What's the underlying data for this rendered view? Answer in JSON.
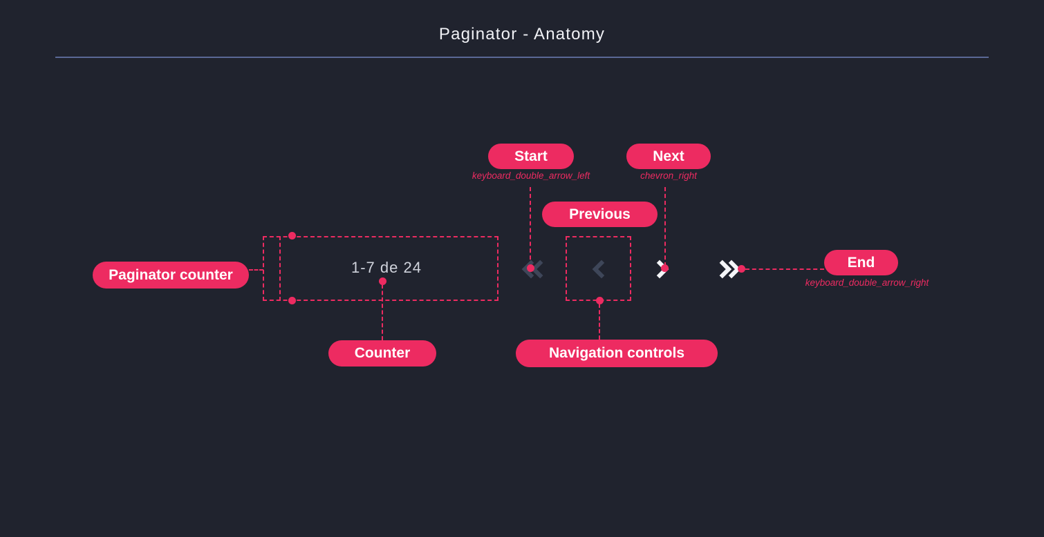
{
  "title": "Paginator - Anatomy",
  "paginator": {
    "counter": "1-7 de 24",
    "controls": [
      {
        "icon": "keyboard_double_arrow_left",
        "state": "disabled"
      },
      {
        "icon": "chevron_left",
        "state": "disabled"
      },
      {
        "icon": "chevron_right",
        "state": "enabled"
      },
      {
        "icon": "keyboard_double_arrow_right",
        "state": "enabled"
      }
    ]
  },
  "annotations": {
    "paginator_counter": {
      "label": "Paginator counter"
    },
    "counter": {
      "label": "Counter"
    },
    "start": {
      "label": "Start",
      "icon_name": "keyboard_double_arrow_left"
    },
    "previous": {
      "label": "Previous"
    },
    "next": {
      "label": "Next",
      "icon_name": "chevron_right"
    },
    "navigation_controls": {
      "label": "Navigation controls"
    },
    "end": {
      "label": "End",
      "icon_name": "keyboard_double_arrow_right"
    }
  },
  "colors": {
    "background": "#20232E",
    "accent_pink": "#ED2B61",
    "divider_blue": "#5A6896",
    "icon_disabled": "#3E4659",
    "icon_enabled": "#F4F5F8",
    "counter_text": "#D0D3DC",
    "title_text": "#F0F1F5"
  }
}
